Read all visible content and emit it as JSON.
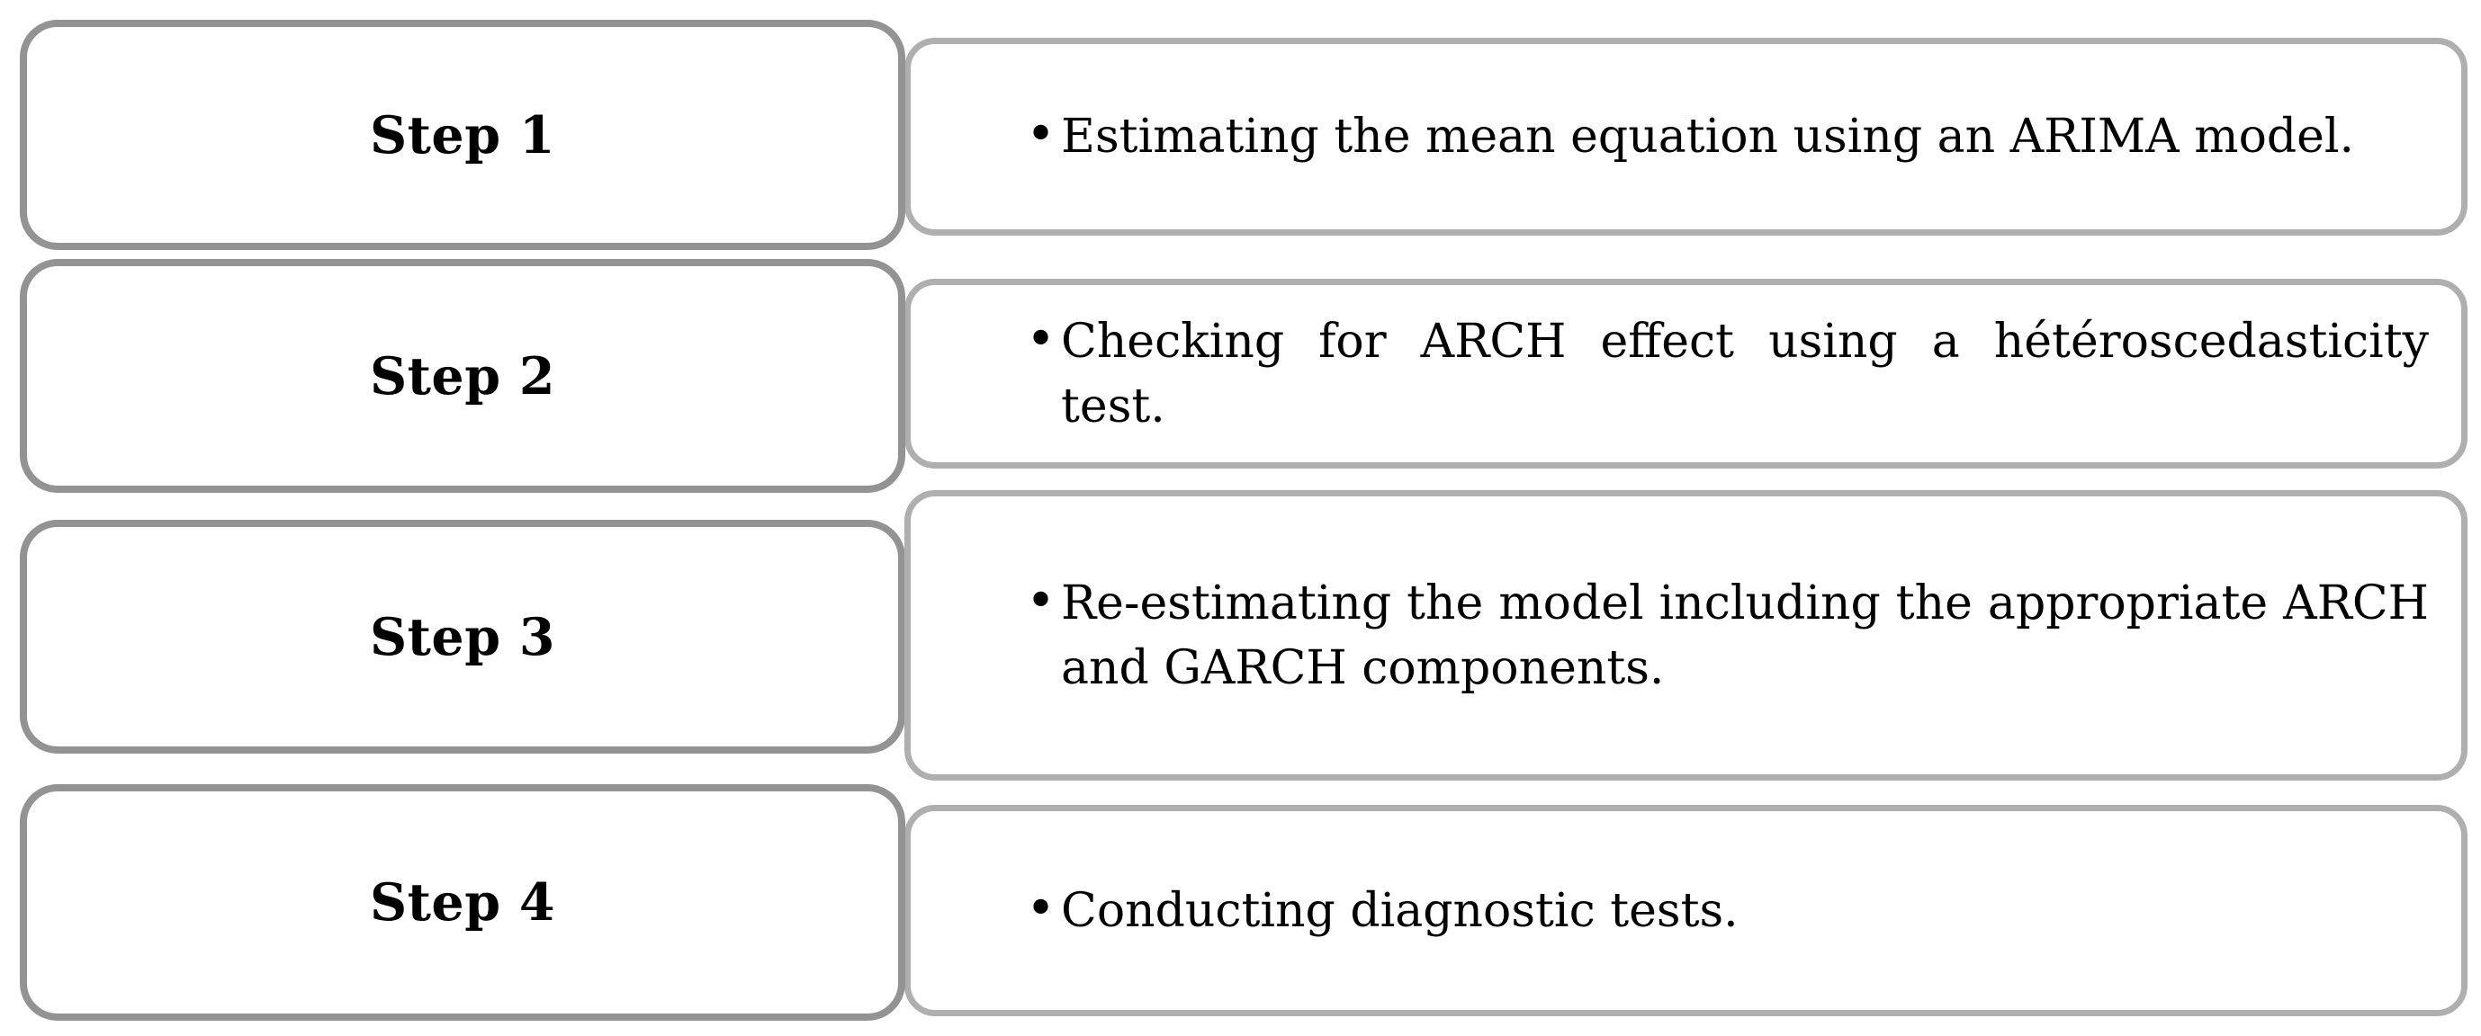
{
  "diagram": {
    "type": "four-step process flow",
    "title": "",
    "colors": {
      "step_box_border": "#939393",
      "desc_box_border": "#afafaf",
      "text": "#000000",
      "background": "#ffffff"
    },
    "bullet_glyph": "•",
    "bullet_icon_name": "bullet-dot-icon",
    "rows": [
      {
        "step_label": "Step 1",
        "description": "Estimating the mean equation using an ARIMA model.",
        "justified": true
      },
      {
        "step_label": "Step 2",
        "description": "Checking for ARCH effect using a hétéroscedasticity test.",
        "justified": true
      },
      {
        "step_label": "Step 3",
        "description": "Re-estimating the model including the appropriate ARCH and GARCH components.",
        "justified": true
      },
      {
        "step_label": "Step 4",
        "description": "Conducting diagnostic tests.",
        "justified": false
      }
    ]
  }
}
